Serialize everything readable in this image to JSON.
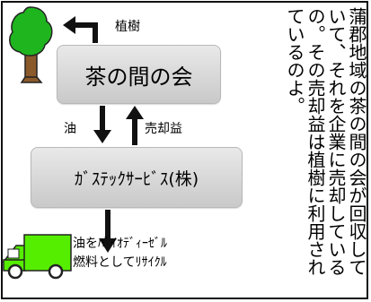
{
  "diagram": {
    "tree_label": "植樹",
    "tea_box_label": "茶の間の会",
    "oil_label": "油",
    "profit_label": "売却益",
    "gas_box_label": "ｶﾞｽﾃｯｸｻｰﾋﾞｽ(株)",
    "biodiesel_line1": "油をﾊﾞｲｵﾃﾞｨｰｾﾞﾙ",
    "biodiesel_line2": "燃料としてﾘｻｲｸﾙ",
    "explanation": "蒲郡地域の茶の間の会が回収していて、それを企業に売却しているの。その売却益は植樹に利用されているのよ。"
  },
  "colors": {
    "tree_foliage": "#1fb51f",
    "tree_trunk": "#8b5a2b",
    "truck": "#55ee00",
    "box_fill": "#d8d8d8"
  }
}
